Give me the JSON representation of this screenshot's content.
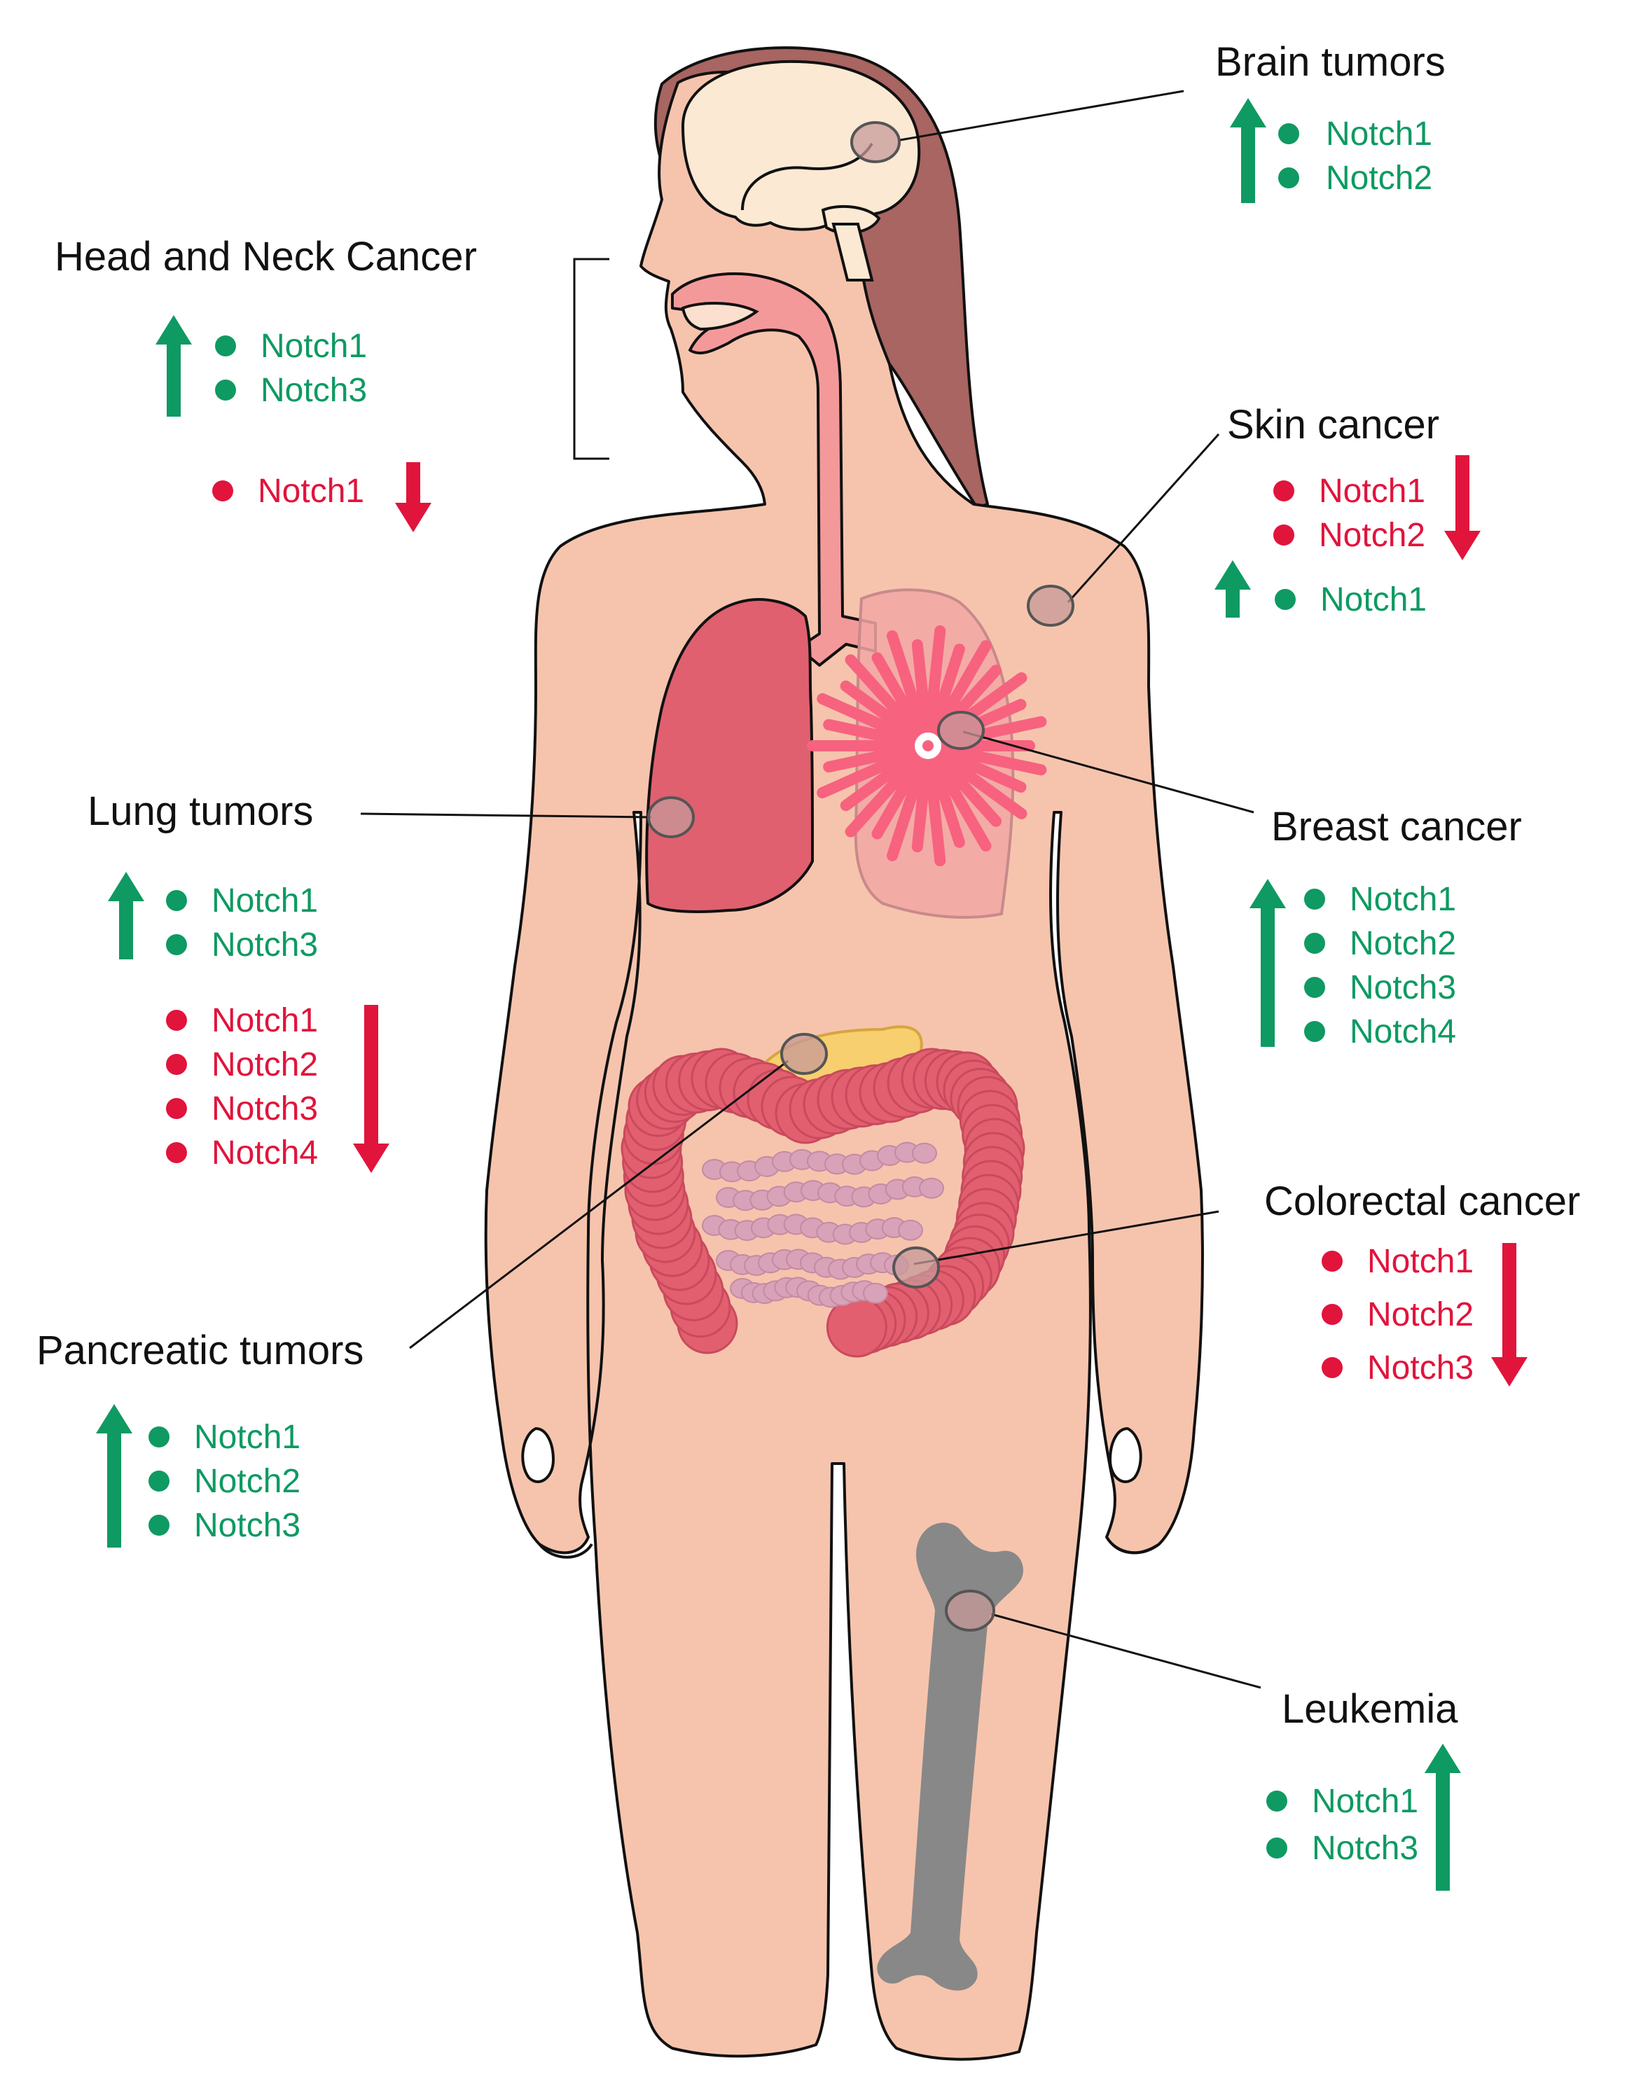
{
  "colors": {
    "up": "#0e9a62",
    "down": "#e1143c",
    "skin": "#f6c4ad",
    "hair": "#a86561",
    "lung": "#e0606f",
    "lung_light": "#f2a7a4",
    "breast_gland": "#f7627f",
    "colon": "#e25f70",
    "small_intestine": "#d8a2b8",
    "pancreas": "#f7cf6e",
    "bone": "#888888",
    "brain": "#fbe9d3",
    "airway": "#f49999",
    "marker": "#c79a9a"
  },
  "icons": {
    "up": "arrow-up-icon",
    "down": "arrow-down-icon",
    "bullet": "dot-icon"
  },
  "groups": {
    "brain": {
      "title": "Brain tumors",
      "up": [
        "Notch1",
        "Notch2"
      ],
      "down": []
    },
    "headneck": {
      "title": "Head and Neck Cancer",
      "up": [
        "Notch1",
        "Notch3"
      ],
      "down": [
        "Notch1"
      ]
    },
    "skin": {
      "title": "Skin cancer",
      "up": [
        "Notch1"
      ],
      "down": [
        "Notch1",
        "Notch2"
      ]
    },
    "lung": {
      "title": "Lung tumors",
      "up": [
        "Notch1",
        "Notch3"
      ],
      "down": [
        "Notch1",
        "Notch2",
        "Notch3",
        "Notch4"
      ]
    },
    "breast": {
      "title": "Breast cancer",
      "up": [
        "Notch1",
        "Notch2",
        "Notch3",
        "Notch4"
      ],
      "down": []
    },
    "colorectal": {
      "title": "Colorectal cancer",
      "up": [],
      "down": [
        "Notch1",
        "Notch2",
        "Notch3"
      ]
    },
    "pancreatic": {
      "title": "Pancreatic tumors",
      "up": [
        "Notch1",
        "Notch2",
        "Notch3"
      ],
      "down": []
    },
    "leukemia": {
      "title": "Leukemia",
      "up": [
        "Notch1",
        "Notch3"
      ],
      "down": []
    }
  }
}
